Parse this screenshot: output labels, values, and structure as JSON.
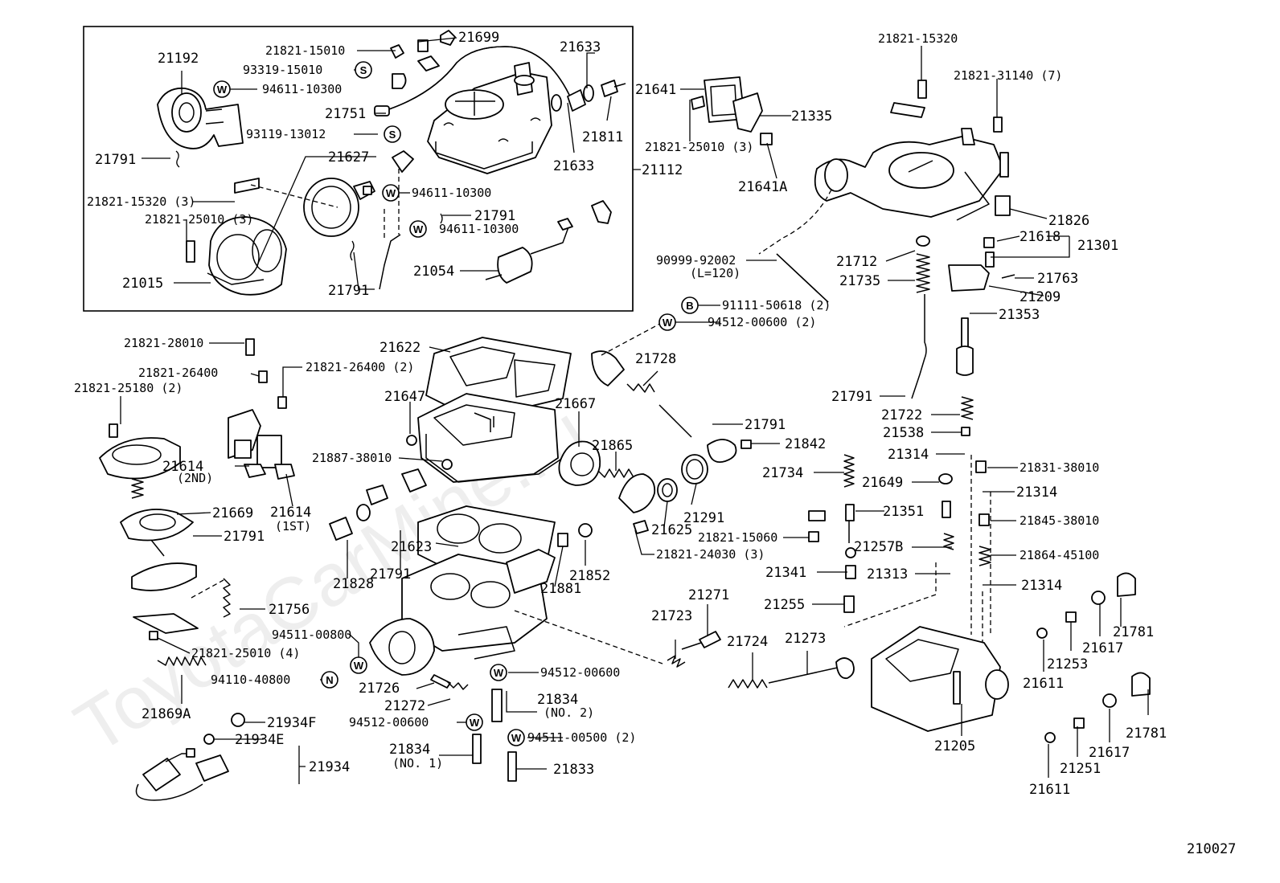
{
  "watermark": "ToyotaCarMine.ru",
  "diagram_code": "210027",
  "labels": {
    "p21192": "21192",
    "p21821_15010": "21821-15010",
    "p93319_15010": "93319-15010",
    "p94611_10300_a": "94611-10300",
    "p21699": "21699",
    "p21633_a": "21633",
    "p21641": "21641",
    "p21751": "21751",
    "p21811": "21811",
    "p21633_b": "21633",
    "p21335": "21335",
    "p21821_25010_3a": "21821-25010 (3)",
    "p21641A": "21641A",
    "p21791_a": "21791",
    "p93119_13012": "93119-13012",
    "p21627": "21627",
    "p21112": "21112",
    "p21821_15320_3": "21821-15320 (3)",
    "p94611_10300_b": "94611-10300",
    "p21821_25010_3b": "21821-25010 (3)",
    "p21791_b": "21791",
    "p94611_10300_c": "94611-10300",
    "p21054": "21054",
    "p21015": "21015",
    "p21791_c": "21791",
    "p21821_15320": "21821-15320",
    "p21821_31140": "21821-31140 (7)",
    "p21826": "21826",
    "p21618": "21618",
    "p21301": "21301",
    "p90999_92002": "90999-92002",
    "p_l120": "(L=120)",
    "p21712": "21712",
    "p21735": "21735",
    "p21763": "21763",
    "p21209": "21209",
    "p91111_50618": "91111-50618 (2)",
    "p94512_00600_2": "94512-00600 (2)",
    "p21353": "21353",
    "p21821_28010": "21821-28010",
    "p21622": "21622",
    "p21728": "21728",
    "p21821_26400": "21821-26400",
    "p21821_26400_2": "21821-26400 (2)",
    "p21821_25180": "21821-25180 (2)",
    "p21647": "21647",
    "p21667": "21667",
    "p21791_d": "21791",
    "p21722": "21722",
    "p21538": "21538",
    "p21791_e": "21791",
    "p21865": "21865",
    "p21842": "21842",
    "p21314_a": "21314",
    "p21831_38010": "21831-38010",
    "p21887_38010": "21887-38010",
    "p21614_2nd": "21614",
    "p_2nd": "(2ND)",
    "p21734": "21734",
    "p21649": "21649",
    "p21314_b": "21314",
    "p21669": "21669",
    "p21614_1st": "21614",
    "p_1st": "(1ST)",
    "p21291": "21291",
    "p21351": "21351",
    "p21845_38010": "21845-38010",
    "p21625": "21625",
    "p21821_15060": "21821-15060",
    "p21791_f": "21791",
    "p21623": "21623",
    "p21821_24030": "21821-24030 (3)",
    "p21257B": "21257B",
    "p21864_45100": "21864-45100",
    "p21828": "21828",
    "p21791_g": "21791",
    "p21852": "21852",
    "p21341": "21341",
    "p21313": "21313",
    "p21314_c": "21314",
    "p21881": "21881",
    "p21271": "21271",
    "p21255": "21255",
    "p21756": "21756",
    "p21781_a": "21781",
    "p21723": "21723",
    "p21724": "21724",
    "p21273": "21273",
    "p94511_00800": "94511-00800",
    "p21617_a": "21617",
    "p21821_25010_4": "21821-25010 (4)",
    "p21253": "21253",
    "p94512_00600": "94512-00600",
    "p94110_40800": "94110-40800",
    "p21611_a": "21611",
    "p21726": "21726",
    "p21834_2": "21834",
    "p_no2": "(NO. 2)",
    "p21272": "21272",
    "p21869A": "21869A",
    "p21934F": "21934F",
    "p94512_00600_b": "94512-00600",
    "p21781_b": "21781",
    "p21934E": "21934E",
    "p94511_00500": "94511-00500 (2)",
    "p21834_1": "21834",
    "p_no1": "(NO. 1)",
    "p21205": "21205",
    "p21617_b": "21617",
    "p21934": "21934",
    "p21833": "21833",
    "p21251": "21251",
    "p21611_b": "21611"
  },
  "badges": {
    "s_a": "S",
    "w_a": "W",
    "s_b": "S",
    "w_b": "W",
    "w_c": "W",
    "b_a": "B",
    "w_d": "W",
    "w_e": "W",
    "n_a": "N",
    "w_f": "W",
    "w_g": "W",
    "w_h": "W"
  }
}
